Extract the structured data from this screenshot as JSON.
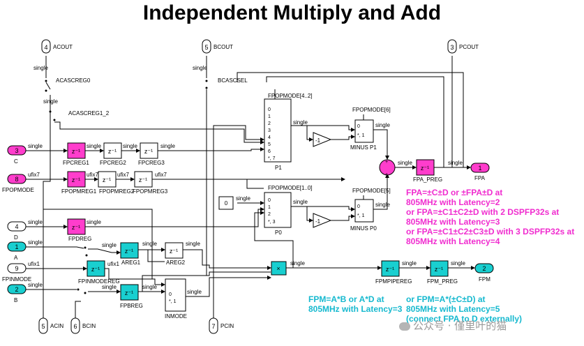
{
  "title": "Independent Multiply and Add",
  "ports": {
    "in_c": {
      "num": "3",
      "label": "C"
    },
    "in_fpopmode": {
      "num": "8",
      "label": "FPOPMODE"
    },
    "in_d": {
      "num": "4",
      "label": "D"
    },
    "in_a": {
      "num": "1",
      "label": "A"
    },
    "in_fpinmode": {
      "num": "9",
      "label": "FPINMODE"
    },
    "in_b": {
      "num": "2",
      "label": "B"
    },
    "in_acin": {
      "num": "5",
      "label": "ACIN"
    },
    "in_bcin": {
      "num": "6",
      "label": "BCIN"
    },
    "in_pcin": {
      "num": "7",
      "label": "PCIN"
    },
    "out_acout": {
      "num": "4",
      "label": "ACOUT"
    },
    "out_bcout": {
      "num": "5",
      "label": "BCOUT"
    },
    "out_pcout": {
      "num": "3",
      "label": "PCOUT"
    },
    "out_fpa": {
      "num": "1",
      "label": "FPA"
    },
    "out_fpm": {
      "num": "2",
      "label": "FPM"
    }
  },
  "blocks": {
    "delay": "z⁻¹",
    "fpcreg1": "FPCREG1",
    "fpcreg2": "FPCREG2",
    "fpcreg3": "FPCREG3",
    "fpopmreg1": "FPOPMREG1",
    "fpopmreg2": "FPOPMREG2",
    "fpopmreg3": "FPOPMREG3",
    "fpdreg": "FPDREG",
    "areg1": "AREG1",
    "areg2": "AREG2",
    "fpinmodereg": "FPINMODEREG",
    "fpbreg": "FPBREG",
    "inmode": "INMODE",
    "fpmpipereg": "FPMPIPEREG",
    "fpm_preg": "FPM_PREG",
    "fpa_preg": "FPA_PREG",
    "p1": "P1",
    "p0": "P0",
    "minus_p1": "MINUS P1",
    "minus_p0": "MINUS P0",
    "minus_one": "-1",
    "const_zero": "0",
    "multiply": "×",
    "acascreg0": "ACASCREG0",
    "acascreg1_2": "ACASCREG1_2",
    "bcascsel": "BCASCSEL",
    "fpopmode_4_2": "FPOPMODE[4..2]",
    "fpopmode_1_0": "FPOPMODE[1..0]",
    "fpopmode_6": "FPOPMODE[6]",
    "fpopmode_5": "FPOPMODE[5]"
  },
  "signal_types": {
    "single": "single",
    "ufix7": "ufix7",
    "ufix1": "ufix1"
  },
  "mux_labels": {
    "p1": [
      "0",
      "1",
      "2",
      "3",
      "4",
      "5",
      "6",
      "*, 7"
    ],
    "p0": [
      "0",
      "1",
      "2",
      "*, 3"
    ],
    "minus": [
      "0",
      "*, 1"
    ]
  },
  "notes": {
    "fpa_1": "FPA=±C±D or ±FPA±D at",
    "fpa_2": "805MHz with Latency=2",
    "fpa_3": "or FPA=±C1±C2±D with 2 DSPFP32s at",
    "fpa_4": "805MHz with Latency=3",
    "fpa_5": "or FPA=±C1±C2±C3±D with 3 DSPFP32s at",
    "fpa_6": "805MHz with Latency=4",
    "fpm_a1": "FPM=A*B or A*D at",
    "fpm_a2": "805MHz with Latency=3",
    "fpm_b1": "or FPM=A*(±C±D) at",
    "fpm_b2": "805MHz with Latency=5",
    "fpm_b3": "(connect FPA to D externally)"
  },
  "watermark": "公众号 · 僅里叶的猫",
  "colors": {
    "register_magenta": "#ff3dcc",
    "port_cyan": "#19cfd0",
    "note_pink": "#f02ccf",
    "note_teal": "#16b9cf"
  }
}
